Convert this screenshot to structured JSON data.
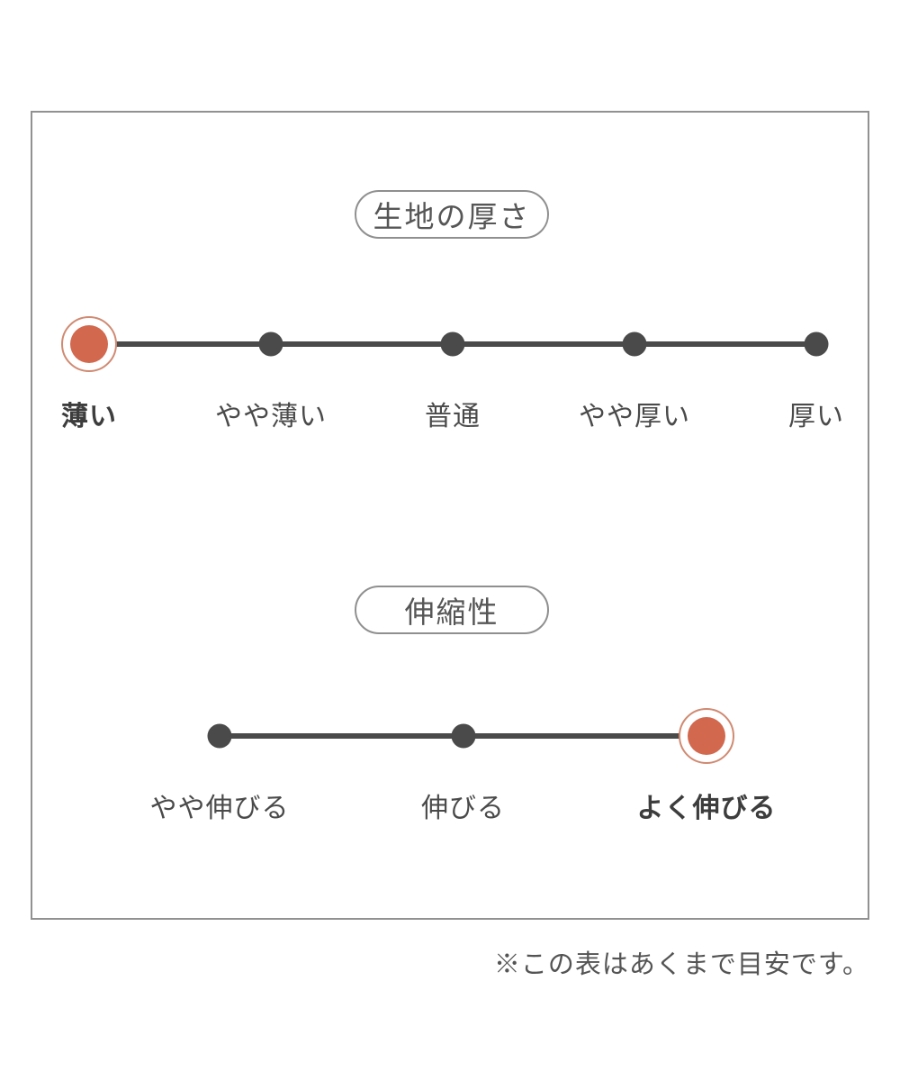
{
  "note": "※この表はあくまで目安です。",
  "colors": {
    "accent": "#d2684e",
    "accent_ring": "#d08a72",
    "track": "#4a4a4a",
    "text": "#4a4a4a",
    "box_border": "#919191"
  },
  "chart_data": [
    {
      "type": "rating-scale",
      "title": "生地の厚さ",
      "categories": [
        "薄い",
        "やや薄い",
        "普通",
        "やや厚い",
        "厚い"
      ],
      "num_levels": 5,
      "selected_index": 0,
      "selected_label": "薄い",
      "layout": "horizontal dots evenly spaced, selected dot highlighted in accent color with ring"
    },
    {
      "type": "rating-scale",
      "title": "伸縮性",
      "categories": [
        "やや伸びる",
        "伸びる",
        "よく伸びる"
      ],
      "num_levels": 3,
      "selected_index": 2,
      "selected_label": "よく伸びる",
      "layout": "horizontal dots evenly spaced, selected dot highlighted in accent color with ring"
    }
  ]
}
